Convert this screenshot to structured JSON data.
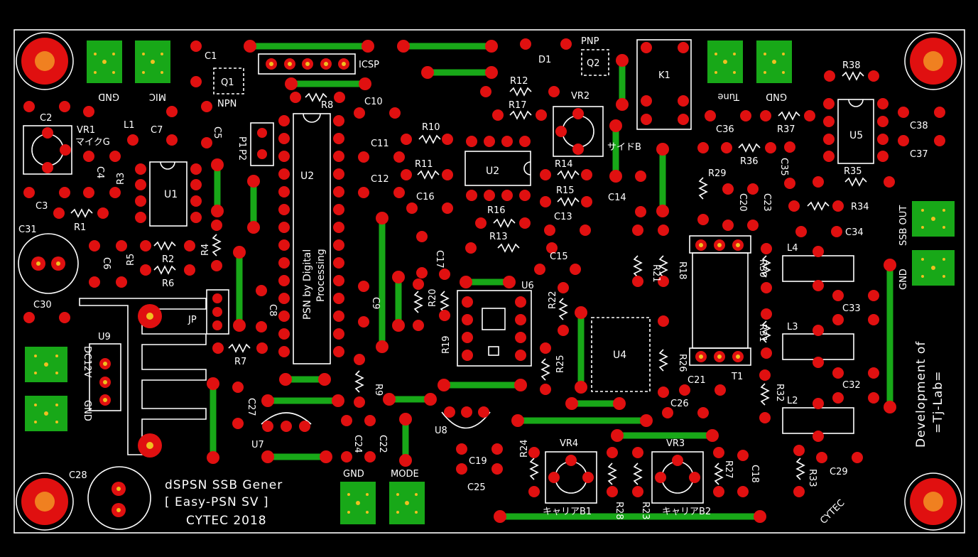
{
  "board": {
    "background": "#000000",
    "silk_color": "#ffffff",
    "pad_color": "#e01010",
    "drill_color": "#f0c020",
    "trace_color": "#18a818",
    "footer": [
      "dSPSN SSB Gener",
      "[ Easy-PSN SV ]",
      "CYTEC 2018"
    ],
    "side_text": [
      "Development of",
      "=Tj-Lab="
    ],
    "chip_text": [
      "PSN by Digital",
      "Processing"
    ],
    "logo_text": "CYTEC",
    "connectors": {
      "gnd_top_left": "GND",
      "mic": "MIC",
      "tune": "Tune",
      "gnd_top_right": "GND",
      "ssb_out": "SSB OUT",
      "gnd_right": "GND",
      "dc12v": "DC12V",
      "gnd_left": "GND",
      "gnd_bottom": "GND",
      "mode": "MODE"
    },
    "labels": {
      "icsp": "ICSP",
      "c1": "C1",
      "q1": "Q1",
      "npn": "NPN",
      "pnp": "PNP",
      "q2": "Q2",
      "d1": "D1",
      "k1": "K1",
      "r12": "R12",
      "r17": "R17",
      "vr2": "VR2",
      "saidob": "サイドB",
      "r38": "R38",
      "u5": "U5",
      "c38": "C38",
      "c37": "C37",
      "c36": "C36",
      "r37": "R37",
      "r36": "R36",
      "c35": "C35",
      "r35": "R35",
      "r29": "R29",
      "c20": "C20",
      "c23": "C23",
      "r34": "R34",
      "c34": "C34",
      "l4": "L4",
      "r30": "R30",
      "c33": "C33",
      "l3": "L3",
      "r31": "R31",
      "t1": "T1",
      "c32": "C32",
      "l2": "L2",
      "r32": "R32",
      "r33": "R33",
      "c29": "C29",
      "c2": "C2",
      "vr1": "VR1",
      "maiku_g": "マイクG",
      "l1": "L1",
      "c7": "C7",
      "c5": "C5",
      "c4": "C4",
      "r3": "R3",
      "u1": "U1",
      "c3": "C3",
      "r1": "R1",
      "c31": "C31",
      "c6": "C6",
      "r5": "R5",
      "r2": "R2",
      "r6": "R6",
      "r4": "R4",
      "c30": "C30",
      "jp": "JP",
      "c8": "C8",
      "r7": "R7",
      "u9": "U9",
      "c28": "C28",
      "c27": "C27",
      "u7": "U7",
      "r8": "R8",
      "p1": "P1",
      "p2": "P2",
      "u2a": "U2",
      "c10": "C10",
      "r10": "R10",
      "c11": "C11",
      "r11": "R11",
      "c12": "C12",
      "c16": "C16",
      "u2b": "U2",
      "r14": "R14",
      "r15": "R15",
      "c13": "C13",
      "c14": "C14",
      "r16": "R16",
      "r13": "R13",
      "c15": "C15",
      "c17": "C17",
      "u6": "U6",
      "r20": "R20",
      "r19": "R19",
      "c9": "C9",
      "r9": "R9",
      "c24": "C24",
      "c22": "C22",
      "r22": "R22",
      "r25": "R25",
      "u4": "U4",
      "r21": "R21",
      "r18": "R18",
      "r26": "R26",
      "c21": "C21",
      "c26": "C26",
      "u8": "U8",
      "c19": "C19",
      "c25": "C25",
      "r24": "R24",
      "vr4": "VR4",
      "kyaria_b1": "キャリアB1",
      "r28": "R28",
      "r23": "R23",
      "vr3": "VR3",
      "kyaria_b2": "キャリアB2",
      "r27": "R27",
      "c18": "C18"
    }
  }
}
